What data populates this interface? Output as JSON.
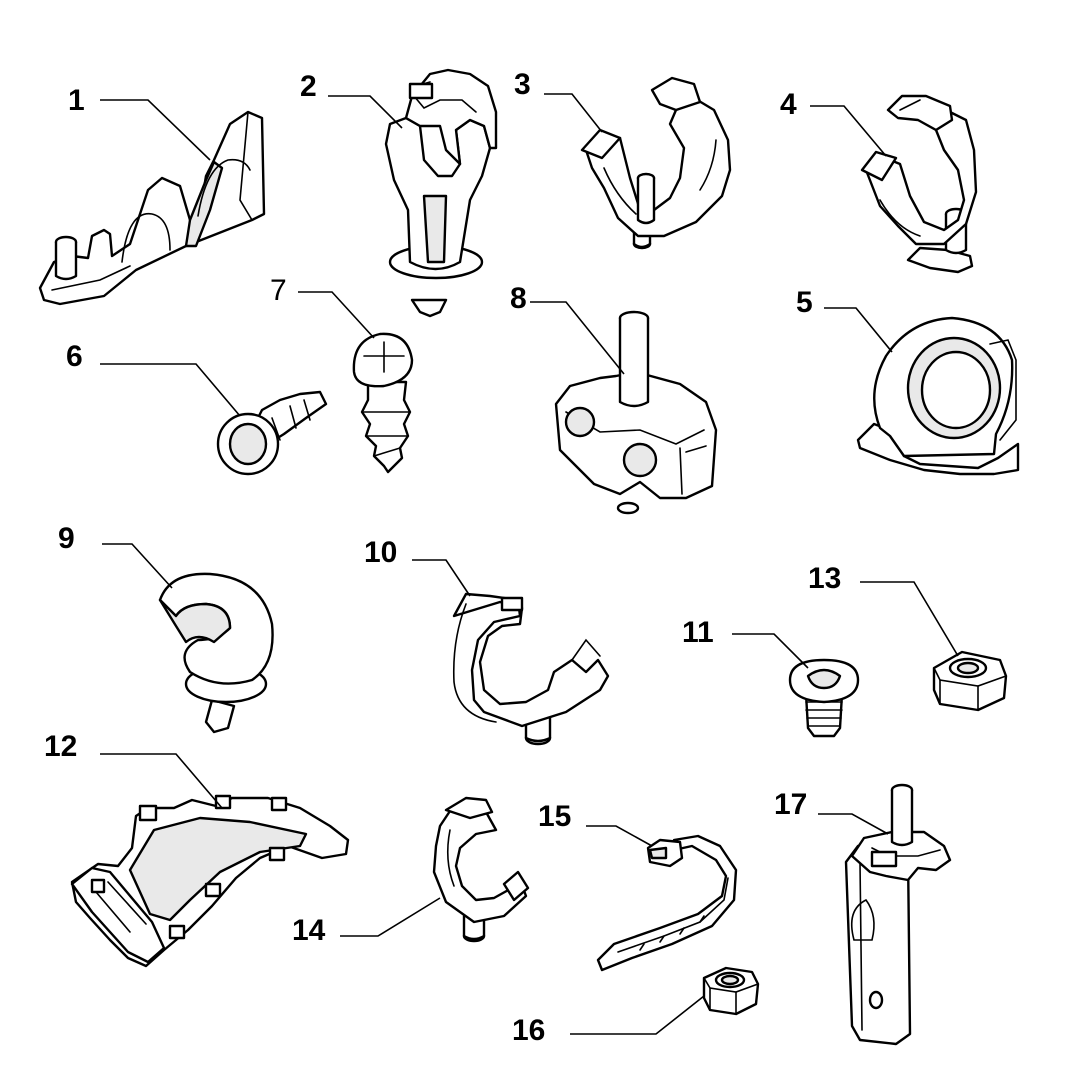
{
  "diagram": {
    "parts": [
      {
        "id": "p1",
        "label": "1"
      },
      {
        "id": "p2",
        "label": "2"
      },
      {
        "id": "p3",
        "label": "3"
      },
      {
        "id": "p4",
        "label": "4"
      },
      {
        "id": "p5",
        "label": "5"
      },
      {
        "id": "p6",
        "label": "6"
      },
      {
        "id": "p7",
        "label": "7"
      },
      {
        "id": "p8",
        "label": "8"
      },
      {
        "id": "p9",
        "label": "9"
      },
      {
        "id": "p10",
        "label": "10"
      },
      {
        "id": "p11",
        "label": "11"
      },
      {
        "id": "p12",
        "label": "12"
      },
      {
        "id": "p13",
        "label": "13"
      },
      {
        "id": "p14",
        "label": "14"
      },
      {
        "id": "p15",
        "label": "15"
      },
      {
        "id": "p16",
        "label": "16"
      },
      {
        "id": "p17",
        "label": "17"
      }
    ]
  }
}
